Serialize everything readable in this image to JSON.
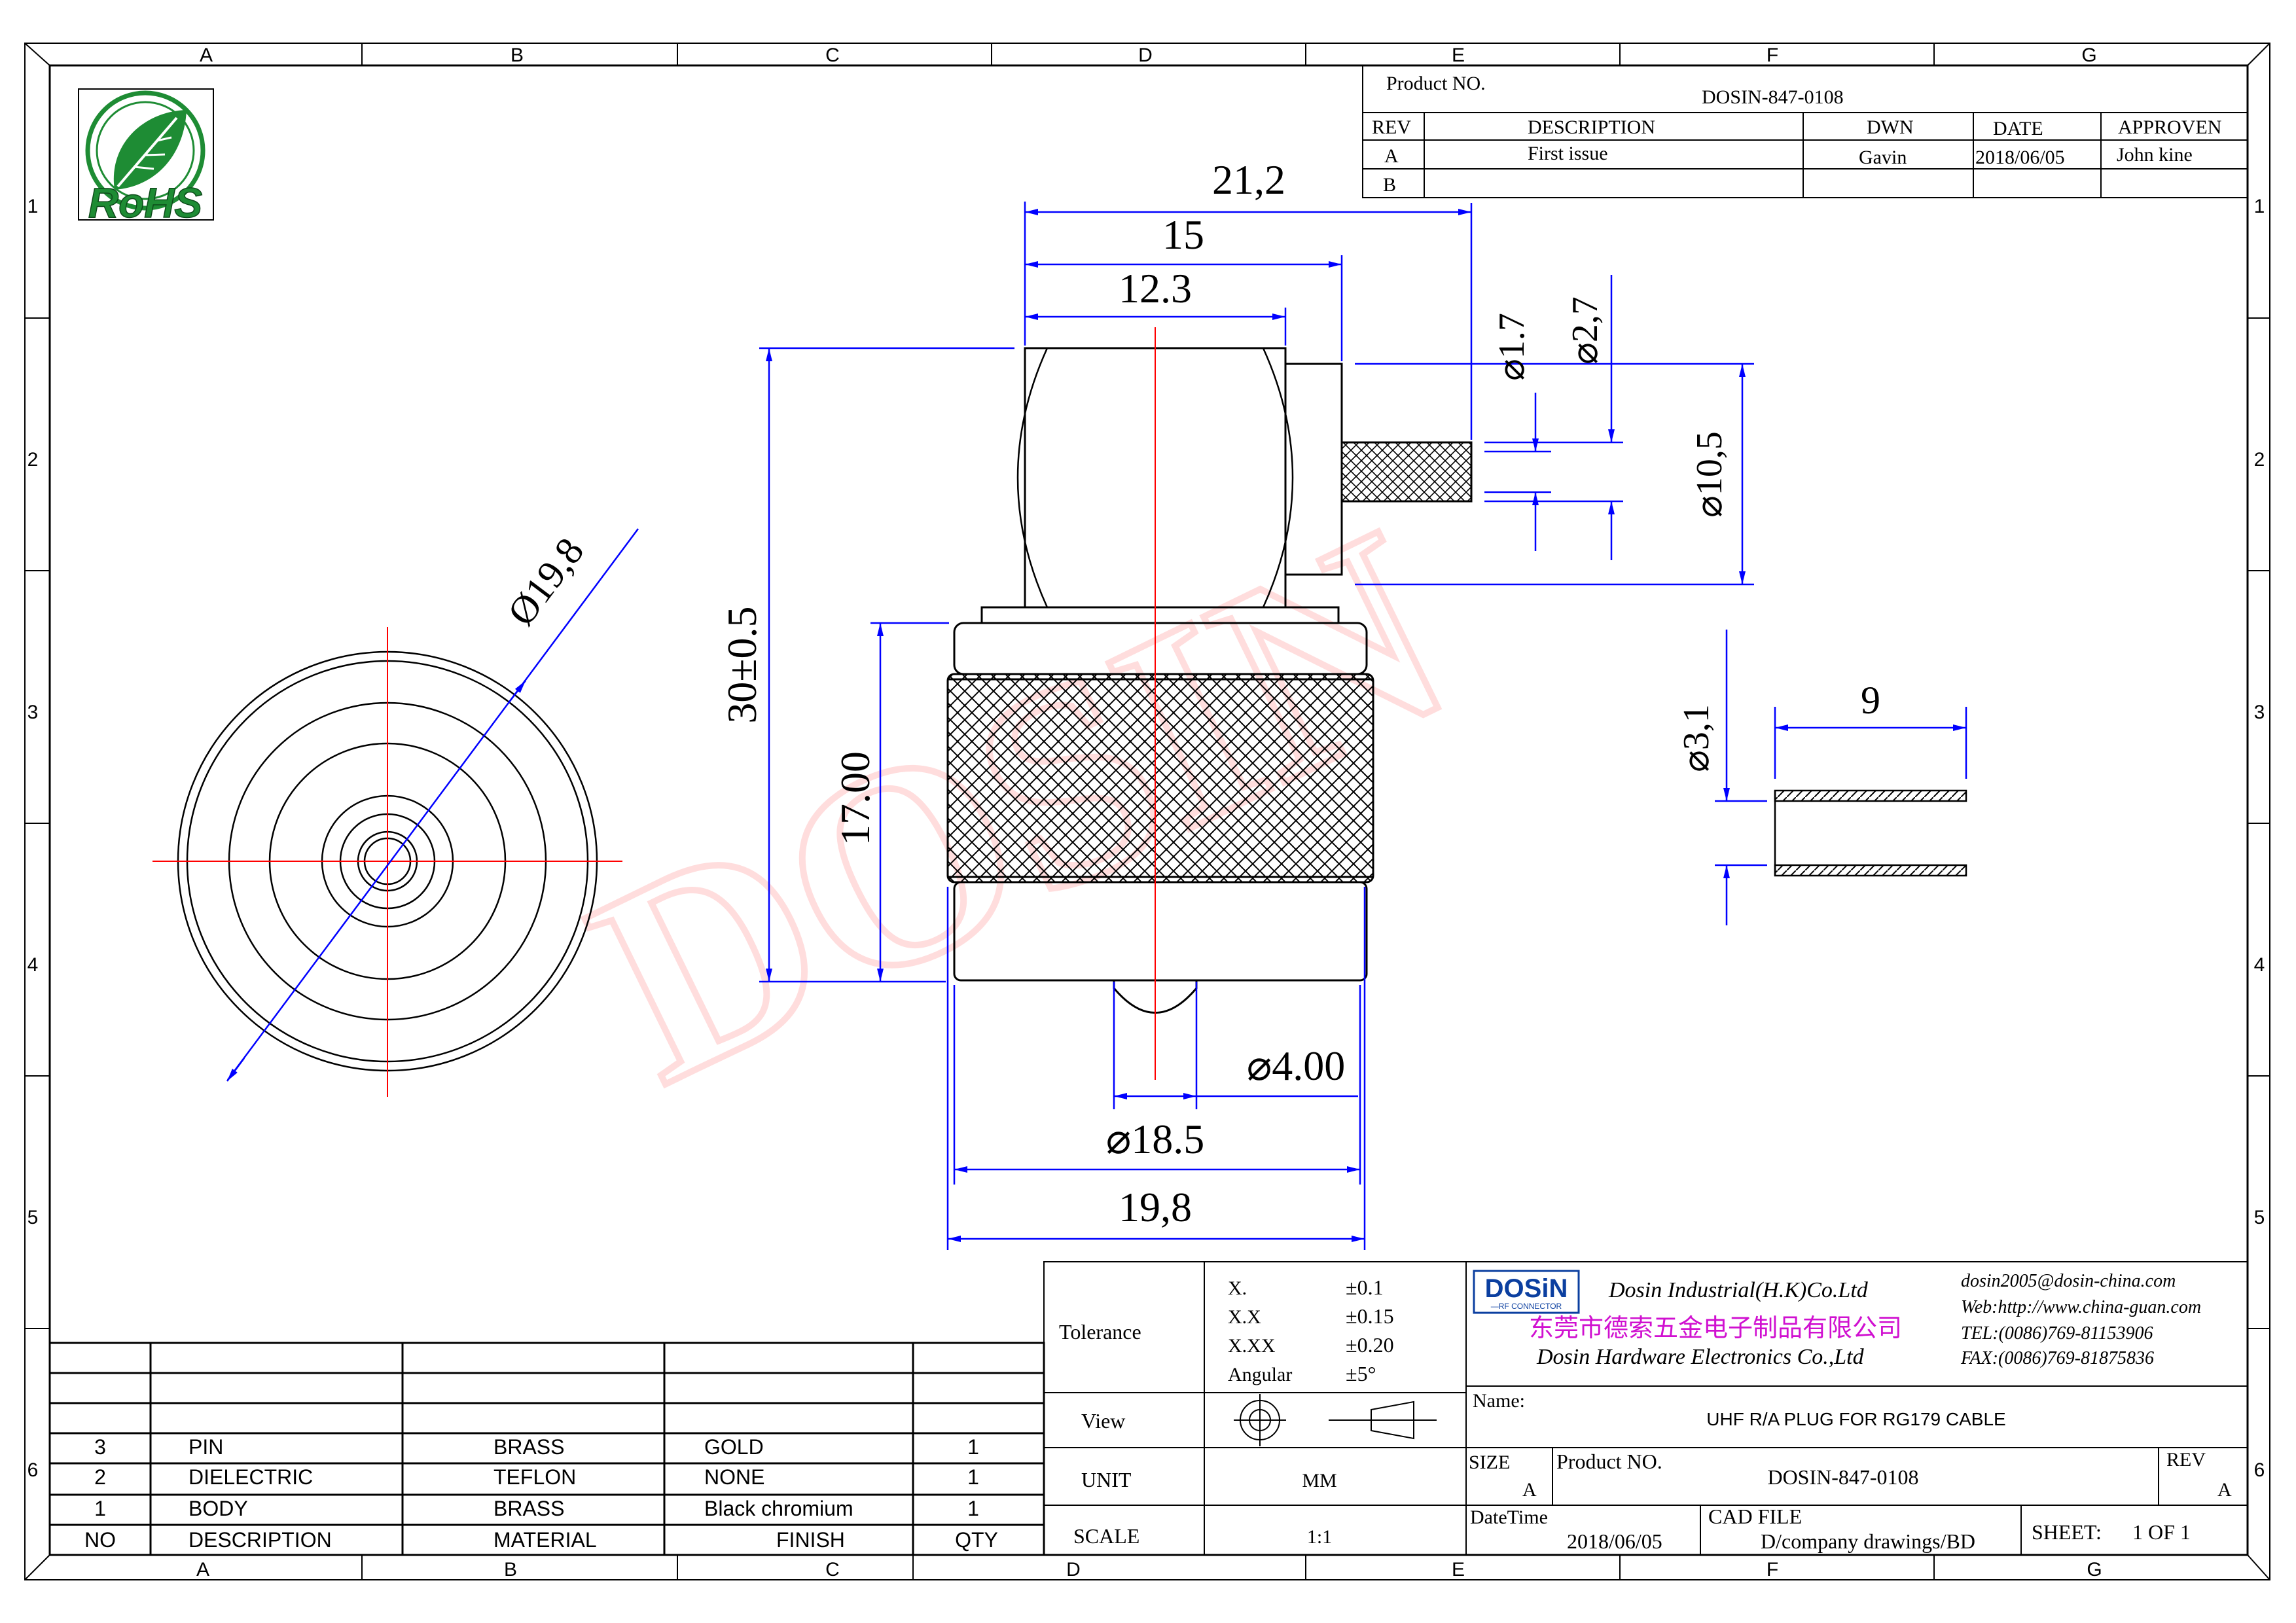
{
  "grid": {
    "columns": [
      "A",
      "B",
      "C",
      "D",
      "E",
      "F",
      "G"
    ],
    "rows": [
      "1",
      "2",
      "3",
      "4",
      "5",
      "6"
    ]
  },
  "logo": {
    "text": "RoHS",
    "icon": "rohs-leaf-icon"
  },
  "watermark": "DOSIN",
  "revision_block": {
    "product_label": "Product NO.",
    "product_value": "DOSIN-847-0108",
    "headers": [
      "REV",
      "DESCRIPTION",
      "DWN",
      "DATE",
      "APPROVEN"
    ],
    "rows": [
      [
        "A",
        "First issue",
        "Gavin",
        "2018/06/05",
        "John kine"
      ],
      [
        "B",
        "",
        "",
        "",
        ""
      ]
    ]
  },
  "dimensions": {
    "overall_length": "21,2",
    "body_length": "15",
    "head_length": "12.3",
    "pin_dia": "⌀1.7",
    "pin_shoulder_dia": "⌀2,7",
    "rear_dia": "⌀10,5",
    "height": "30±0.5",
    "nut_height": "17.00",
    "contact_dia": "⌀4.00",
    "nut_inner_dia": "⌀18.5",
    "nut_outer_dia": "19,8",
    "end_view_dia": "Ø19,8",
    "ferrule_dia": "⌀3,1",
    "ferrule_length": "9"
  },
  "tolerance": {
    "label": "Tolerance",
    "rows": [
      [
        "X.",
        "±0.1"
      ],
      [
        "X.X",
        "±0.15"
      ],
      [
        "X.XX",
        "±0.20"
      ],
      [
        "Angular",
        "±5°"
      ]
    ],
    "view_label": "View",
    "unit_label": "UNIT",
    "unit_value": "MM",
    "scale_label": "SCALE",
    "scale_value": "1:1"
  },
  "company": {
    "logo_text": "DOSiN",
    "logo_sub": "—RF CONNECTOR",
    "name_hk": "Dosin Industrial(H.K)Co.Ltd",
    "name_cn": "东莞市德索五金电子制品有限公司",
    "name_en": "Dosin Hardware Electronics  Co.,Ltd",
    "email": "dosin2005@dosin-china.com",
    "web": "Web:http://www.china-guan.com",
    "tel": "TEL:(0086)769-81153906",
    "fax": "FAX:(0086)769-81875836"
  },
  "title_block": {
    "name_label": "Name:",
    "name_value": "UHF R/A PLUG FOR RG179 CABLE",
    "size_label": "SIZE",
    "size_value": "A",
    "product_label": "Product NO.",
    "product_value": "DOSIN-847-0108",
    "rev_label": "REV",
    "rev_value": "A",
    "date_label": "DateTime",
    "date_value": "2018/06/05",
    "cad_label": "CAD FILE",
    "cad_value": "D/company drawings/BD",
    "sheet_label": "SHEET:",
    "sheet_value": "1 OF 1"
  },
  "bom": {
    "headers": [
      "NO",
      "DESCRIPTION",
      "MATERIAL",
      "FINISH",
      "QTY"
    ],
    "rows": [
      [
        "3",
        "PIN",
        "BRASS",
        "GOLD",
        "1"
      ],
      [
        "2",
        "DIELECTRIC",
        "TEFLON",
        "NONE",
        "1"
      ],
      [
        "1",
        "BODY",
        "BRASS",
        "Black chromium",
        "1"
      ]
    ]
  },
  "colors": {
    "line": "#000000",
    "dimension": "#0000ff",
    "centerline": "#ff0000",
    "watermark": "#ff0000",
    "logo_green": "#1e8c34",
    "company_blue": "#0b3fa0",
    "company_magenta": "#d010d0"
  }
}
